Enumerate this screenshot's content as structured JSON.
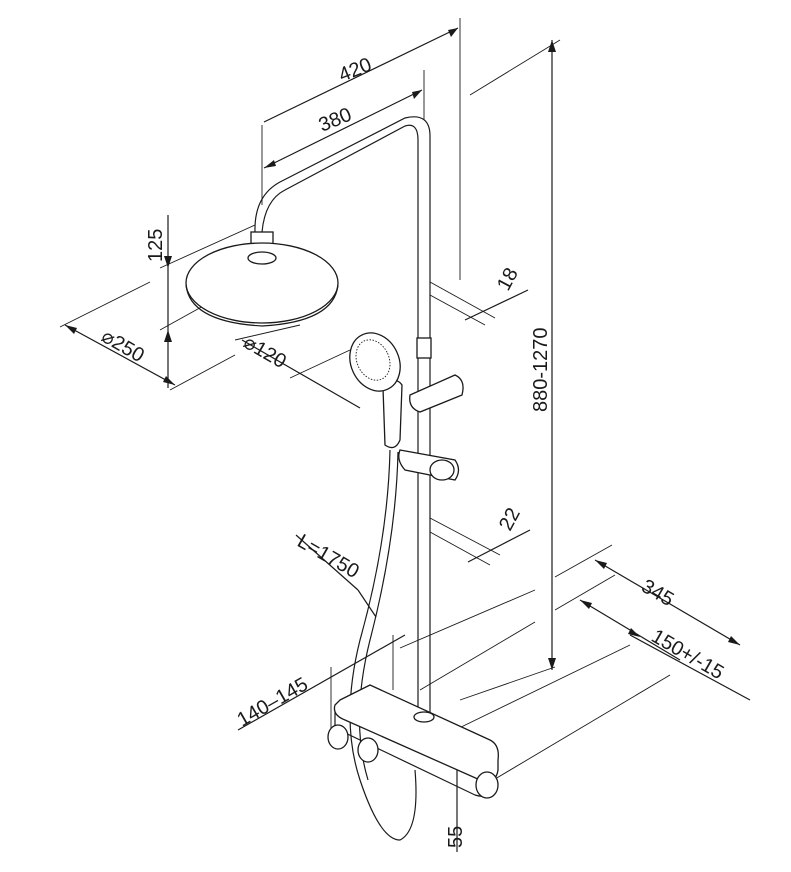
{
  "drawing": {
    "dimensions": {
      "arm_to_wall": "420",
      "arm_to_pole": "380",
      "head_height": "125",
      "head_diameter": "⌀250",
      "hand_diameter": "⌀120",
      "pole_top_offset": "18",
      "total_height": "880-1270",
      "pole_lower_offset": "22",
      "hose_length": "L=1750",
      "depth": "345",
      "wall_offset": "150+/-15",
      "connection_spacing": "140–145",
      "mixer_height": "55"
    }
  }
}
